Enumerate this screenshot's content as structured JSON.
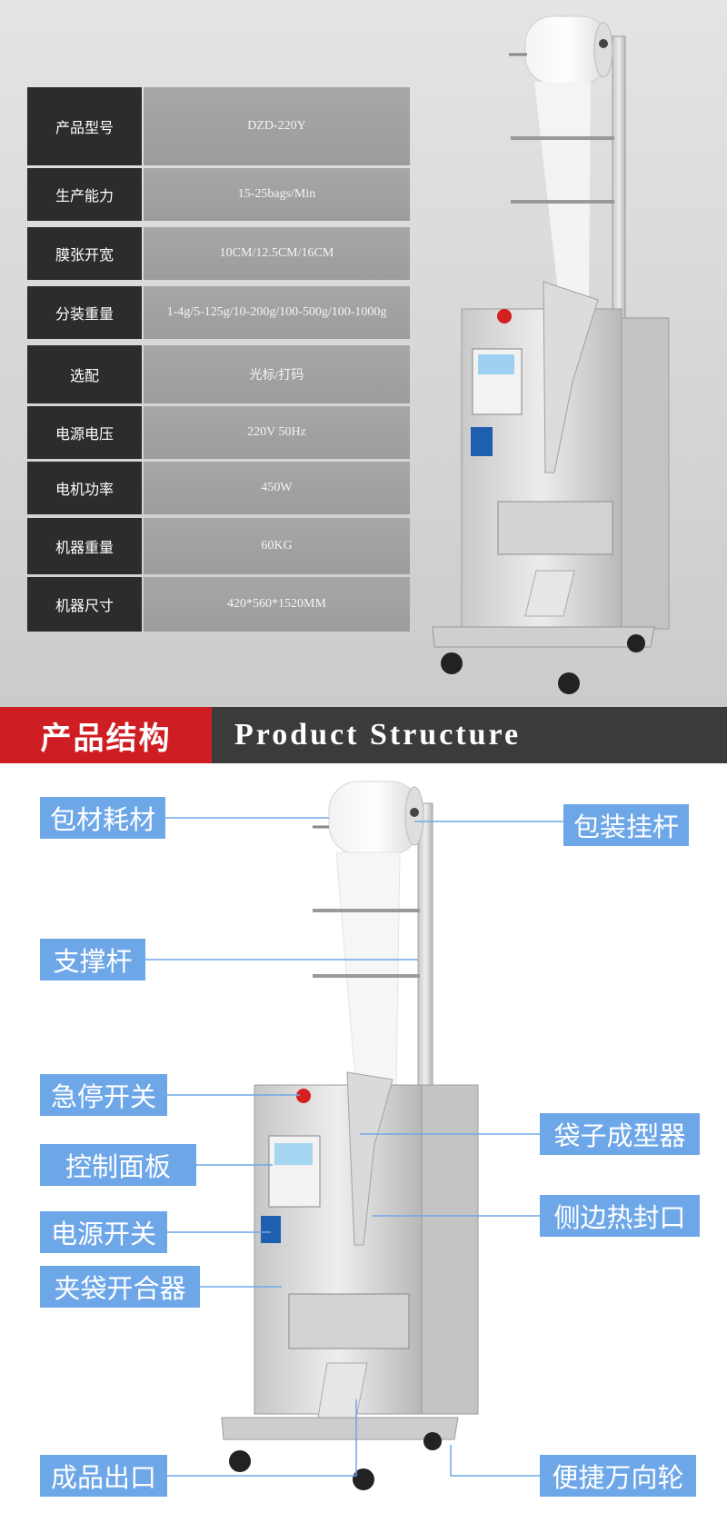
{
  "specs": [
    {
      "key": "产品型号",
      "value": "DZD-220Y"
    },
    {
      "key": "生产能力",
      "value": "15-25bags/Min"
    },
    {
      "key": "膜张开宽",
      "value": "10CM/12.5CM/16CM"
    },
    {
      "key": "分装重量",
      "value": "1-4g/5-125g/10-200g/100-500g/100-1000g"
    },
    {
      "key": "选配",
      "value": "光标/打码"
    },
    {
      "key": "电源电压",
      "value": "220V 50Hz"
    },
    {
      "key": "电机功率",
      "value": "450W"
    },
    {
      "key": "机器重量",
      "value": "60KG"
    },
    {
      "key": "机器尺寸",
      "value": "420*560*1520MM"
    }
  ],
  "banner": {
    "cn": "产品结构",
    "en": "Product Structure"
  },
  "labels": {
    "packaging_material": "包材耗材",
    "packaging_hanger": "包装挂杆",
    "support_rod": "支撑杆",
    "emergency_stop": "急停开关",
    "bag_former": "袋子成型器",
    "control_panel": "控制面板",
    "side_heat_seal": "侧边热封口",
    "power_switch": "电源开关",
    "bag_clamp": "夹袋开合器",
    "product_outlet": "成品出口",
    "caster_wheels": "便捷万向轮"
  },
  "colors": {
    "label_bg": "#6ea7e8",
    "banner_red": "#cf1e23",
    "banner_dark": "#3b3b3b",
    "spec_key_bg": "#2c2c2c",
    "spec_val_bg": "#a3a3a3"
  }
}
